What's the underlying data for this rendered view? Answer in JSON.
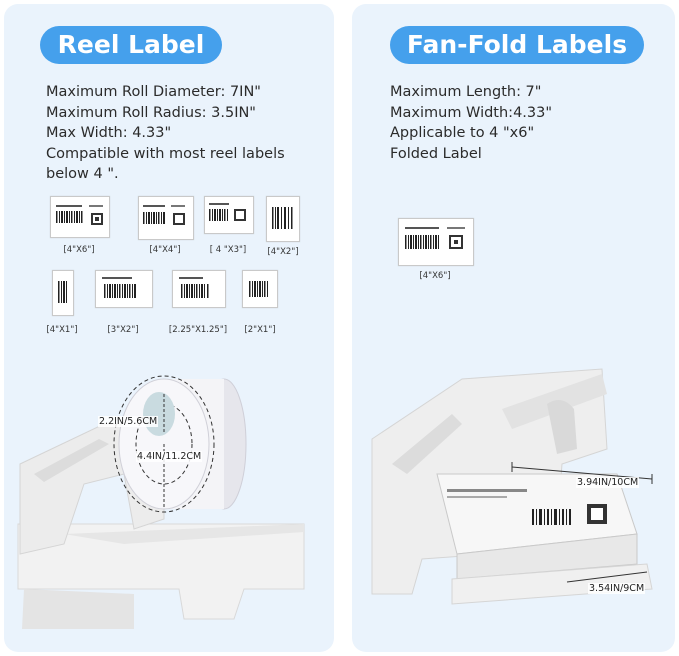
{
  "left": {
    "title": "Reel Label",
    "specs": [
      "Maximum Roll Diameter: 7IN\"",
      "Maximum Roll Radius: 3.5IN\"",
      "Max Width: 4.33\"",
      "Compatible with most reel labels",
      "below 4 \"."
    ],
    "labels": [
      "[4\"X6\"]",
      "[4\"X4\"]",
      "[ 4 \"X3\"]",
      "[4\"X2\"]",
      "[4\"X1\"]",
      "[3\"X2\"]",
      "[2.25\"X1.25\"]",
      "[2\"X1\"]"
    ],
    "dim_small": "2.2IN/5.6CM",
    "dim_large": "4.4IN/11.2CM"
  },
  "right": {
    "title": "Fan-Fold Labels",
    "specs": [
      "Maximum Length: 7\"",
      "Maximum Width:4.33\"",
      "Applicable to 4 \"x6\"",
      "Folded Label"
    ],
    "labels": [
      "[4\"X6\"]"
    ],
    "dim_width": "3.94IN/10CM",
    "dim_depth": "3.54IN/9CM"
  },
  "colors": {
    "panel_bg": "#eaf3fc",
    "accent": "#45a0ec"
  }
}
